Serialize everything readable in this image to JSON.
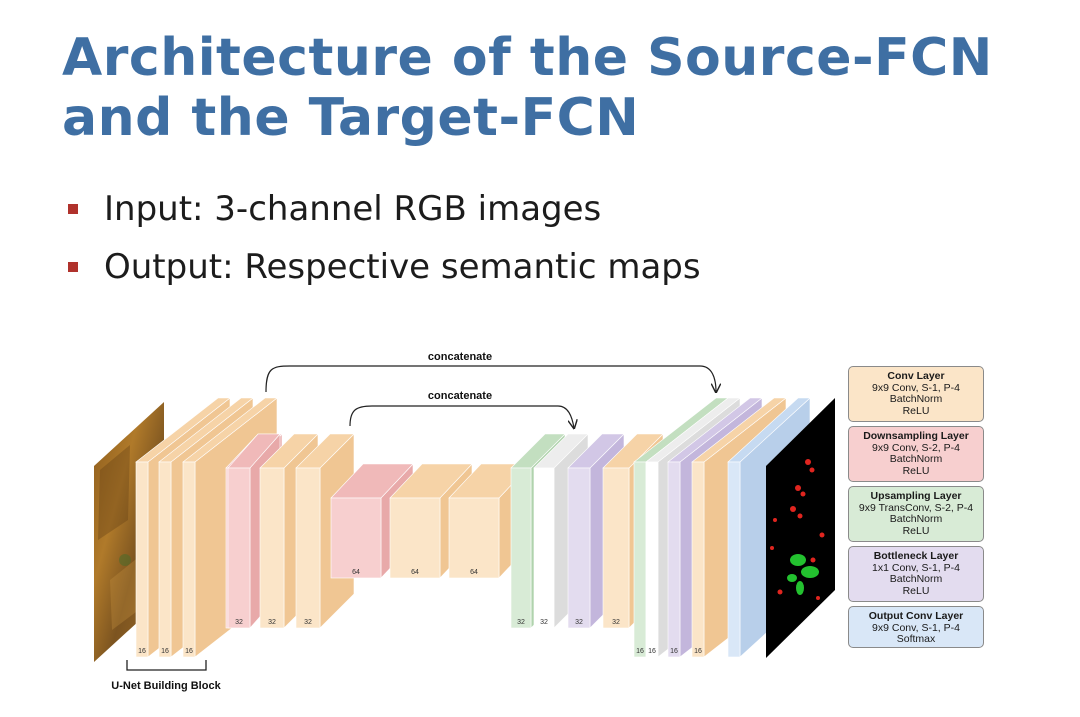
{
  "slide": {
    "title": "Architecture of the Source-FCN and the Target-FCN",
    "bullets": [
      "Input: 3-channel RGB images",
      "Output: Respective semantic maps"
    ]
  },
  "diagram": {
    "concat_labels": [
      "concatenate",
      "concatenate"
    ],
    "block_label": "U-Net Building Block",
    "layer_numbers": [
      "16",
      "16",
      "16",
      "32",
      "32",
      "32",
      "64",
      "64",
      "64",
      "32",
      "32",
      "32",
      "32",
      "16",
      "16",
      "16",
      "16"
    ],
    "legend": [
      {
        "title": "Conv Layer",
        "lines": [
          "9x9 Conv, S-1, P-4",
          "BatchNorm",
          "ReLU"
        ],
        "color": "#fbe5c8"
      },
      {
        "title": "Downsampling Layer",
        "lines": [
          "9x9 Conv, S-2, P-4",
          "BatchNorm",
          "ReLU"
        ],
        "color": "#f7cfcf"
      },
      {
        "title": "Upsampling Layer",
        "lines": [
          "9x9 TransConv, S-2, P-4",
          "BatchNorm",
          "ReLU"
        ],
        "color": "#d8ebd6"
      },
      {
        "title": "Bottleneck Layer",
        "lines": [
          "1x1 Conv, S-1, P-4",
          "BatchNorm",
          "ReLU"
        ],
        "color": "#e3dcef"
      },
      {
        "title": "Output Conv Layer",
        "lines": [
          "9x9 Conv, S-1, P-4",
          "Softmax"
        ],
        "color": "#d9e7f7"
      }
    ]
  }
}
